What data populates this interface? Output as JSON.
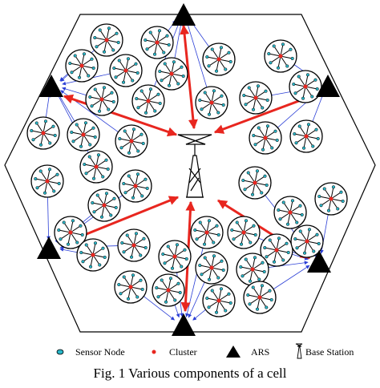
{
  "legend": {
    "sensor_node": "Sensor Node",
    "cluster": "Cluster",
    "ars": "ARS",
    "base_station": "Base Station"
  },
  "caption": "Fig. 1 Various components of a cell",
  "colors": {
    "cluster_head": "#e8261f",
    "ars_link": "#e8261f",
    "cluster_link": "#2b3fd6",
    "sensor_node": "#29b7c9",
    "outline": "#000000"
  },
  "icons": {
    "ars": "black-triangle-icon",
    "base_station": "tower-icon",
    "sensor_node": "cyan-dot-icon",
    "cluster": "red-dot-icon"
  }
}
